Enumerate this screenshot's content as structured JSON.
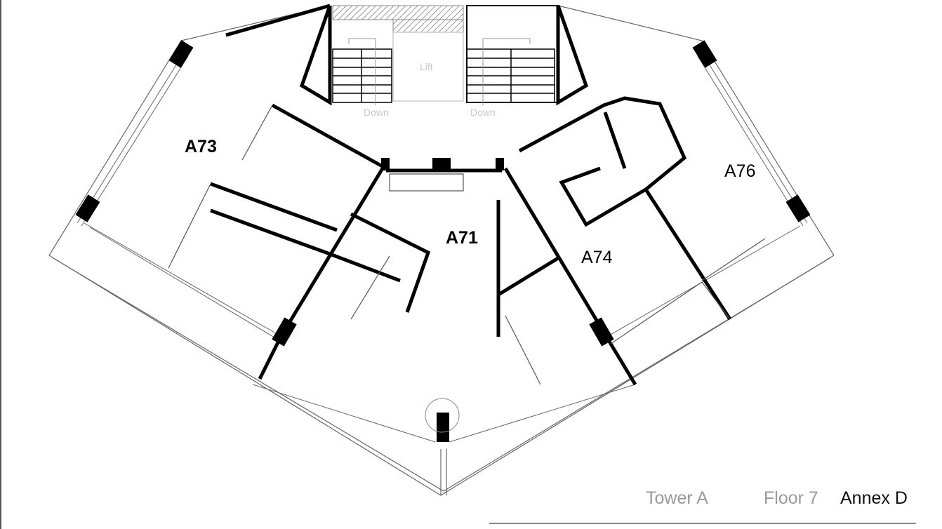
{
  "plan": {
    "units": [
      "A73",
      "A71",
      "A74",
      "A76"
    ],
    "lift_label": "Lift",
    "stair_labels": [
      "Down",
      "Down"
    ]
  },
  "footer": {
    "tower": "Tower A",
    "floor": "Floor 7",
    "annex": "Annex D"
  },
  "colors": {
    "wall": "#000000",
    "thin": "#555555",
    "label_faint": "#c8c8c8",
    "footer_gray": "#9a9a9a"
  }
}
